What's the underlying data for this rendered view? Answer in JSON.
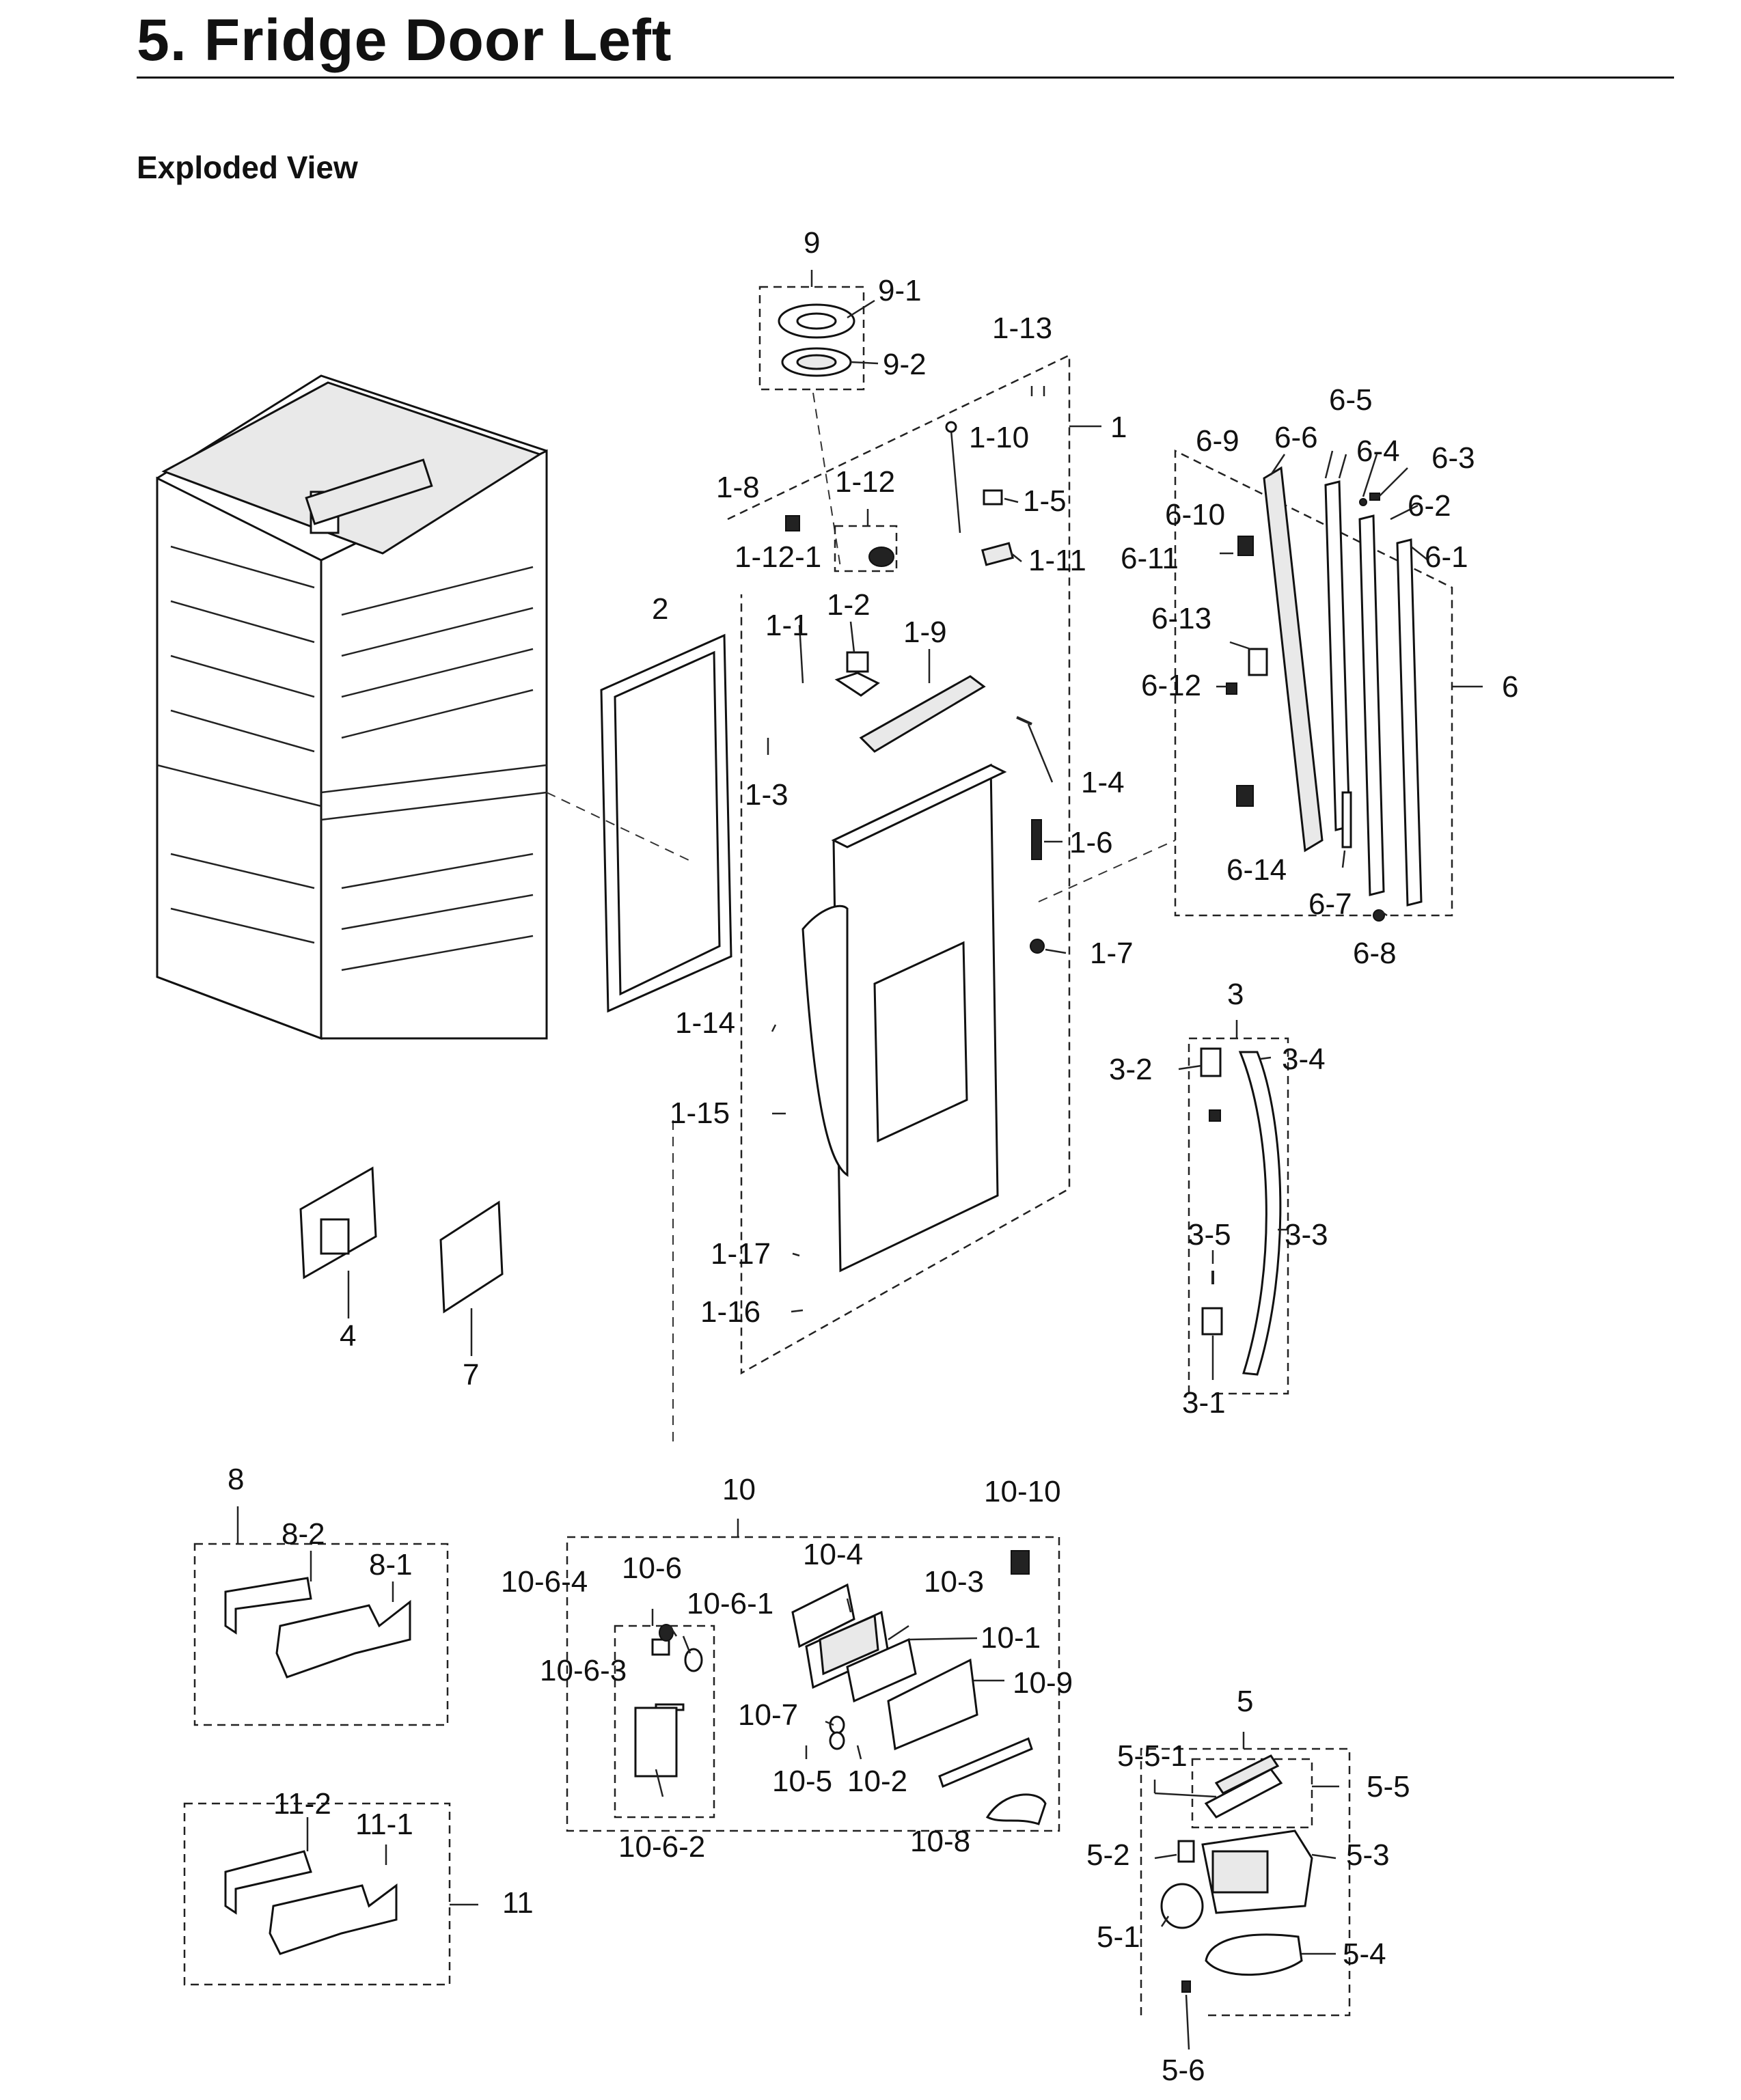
{
  "header": {
    "title": "5.  Fridge Door Left",
    "subtitle": "Exploded View"
  },
  "labels": [
    {
      "id": "9",
      "text": "9"
    },
    {
      "id": "9-1",
      "text": "9-1"
    },
    {
      "id": "9-2",
      "text": "9-2"
    },
    {
      "id": "1-13",
      "text": "1-13"
    },
    {
      "id": "1",
      "text": "1"
    },
    {
      "id": "1-10",
      "text": "1-10"
    },
    {
      "id": "1-8",
      "text": "1-8"
    },
    {
      "id": "1-12",
      "text": "1-12"
    },
    {
      "id": "1-5",
      "text": "1-5"
    },
    {
      "id": "1-12-1",
      "text": "1-12-1"
    },
    {
      "id": "1-11",
      "text": "1-11"
    },
    {
      "id": "2",
      "text": "2"
    },
    {
      "id": "1-1",
      "text": "1-1"
    },
    {
      "id": "1-2",
      "text": "1-2"
    },
    {
      "id": "1-9",
      "text": "1-9"
    },
    {
      "id": "1-3",
      "text": "1-3"
    },
    {
      "id": "1-4",
      "text": "1-4"
    },
    {
      "id": "1-6",
      "text": "1-6"
    },
    {
      "id": "1-7",
      "text": "1-7"
    },
    {
      "id": "1-14",
      "text": "1-14"
    },
    {
      "id": "1-15",
      "text": "1-15"
    },
    {
      "id": "1-17",
      "text": "1-17"
    },
    {
      "id": "1-16",
      "text": "1-16"
    },
    {
      "id": "6-5",
      "text": "6-5"
    },
    {
      "id": "6-9",
      "text": "6-9"
    },
    {
      "id": "6-6",
      "text": "6-6"
    },
    {
      "id": "6-4",
      "text": "6-4"
    },
    {
      "id": "6-3",
      "text": "6-3"
    },
    {
      "id": "6-10",
      "text": "6-10"
    },
    {
      "id": "6-2",
      "text": "6-2"
    },
    {
      "id": "6-11",
      "text": "6-11"
    },
    {
      "id": "6-1",
      "text": "6-1"
    },
    {
      "id": "6-13",
      "text": "6-13"
    },
    {
      "id": "6-12",
      "text": "6-12"
    },
    {
      "id": "6",
      "text": "6"
    },
    {
      "id": "6-14",
      "text": "6-14"
    },
    {
      "id": "6-7",
      "text": "6-7"
    },
    {
      "id": "6-8",
      "text": "6-8"
    },
    {
      "id": "3",
      "text": "3"
    },
    {
      "id": "3-2",
      "text": "3-2"
    },
    {
      "id": "3-4",
      "text": "3-4"
    },
    {
      "id": "3-5",
      "text": "3-5"
    },
    {
      "id": "3-3",
      "text": "3-3"
    },
    {
      "id": "3-1",
      "text": "3-1"
    },
    {
      "id": "4",
      "text": "4"
    },
    {
      "id": "7",
      "text": "7"
    },
    {
      "id": "8",
      "text": "8"
    },
    {
      "id": "8-2",
      "text": "8-2"
    },
    {
      "id": "8-1",
      "text": "8-1"
    },
    {
      "id": "10",
      "text": "10"
    },
    {
      "id": "10-10",
      "text": "10-10"
    },
    {
      "id": "10-6",
      "text": "10-6"
    },
    {
      "id": "10-4",
      "text": "10-4"
    },
    {
      "id": "10-6-4",
      "text": "10-6-4"
    },
    {
      "id": "10-6-1",
      "text": "10-6-1"
    },
    {
      "id": "10-3",
      "text": "10-3"
    },
    {
      "id": "10-1",
      "text": "10-1"
    },
    {
      "id": "10-6-3",
      "text": "10-6-3"
    },
    {
      "id": "10-9",
      "text": "10-9"
    },
    {
      "id": "10-7",
      "text": "10-7"
    },
    {
      "id": "10-5",
      "text": "10-5"
    },
    {
      "id": "10-2",
      "text": "10-2"
    },
    {
      "id": "10-8",
      "text": "10-8"
    },
    {
      "id": "10-6-2",
      "text": "10-6-2"
    },
    {
      "id": "11-2",
      "text": "11-2"
    },
    {
      "id": "11-1",
      "text": "11-1"
    },
    {
      "id": "11",
      "text": "11"
    },
    {
      "id": "5",
      "text": "5"
    },
    {
      "id": "5-5-1",
      "text": "5-5-1"
    },
    {
      "id": "5-5",
      "text": "5-5"
    },
    {
      "id": "5-2",
      "text": "5-2"
    },
    {
      "id": "5-3",
      "text": "5-3"
    },
    {
      "id": "5-1",
      "text": "5-1"
    },
    {
      "id": "5-4",
      "text": "5-4"
    },
    {
      "id": "5-6",
      "text": "5-6"
    }
  ]
}
